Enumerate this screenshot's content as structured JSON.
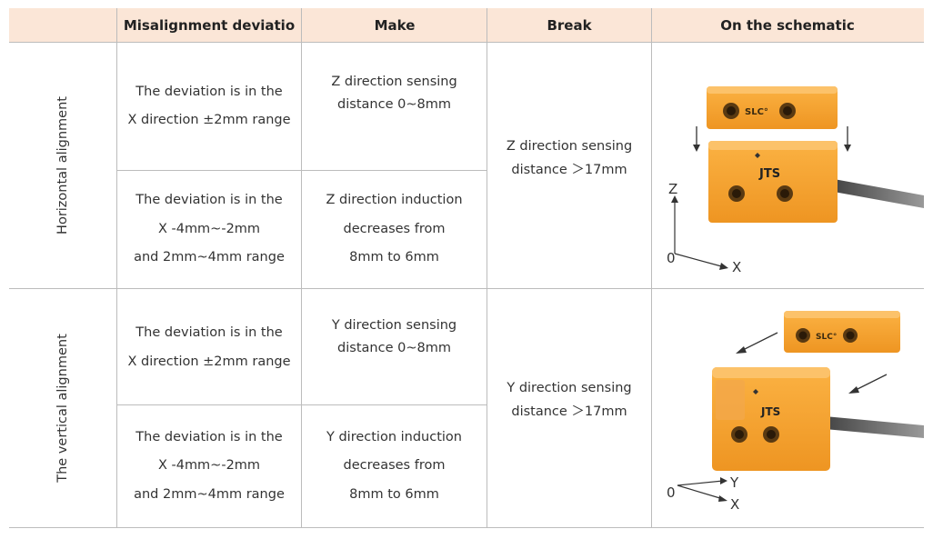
{
  "headers": {
    "deviation": "Misalignment deviatio",
    "make": "Make",
    "break": "Break",
    "schematic": "On the schematic"
  },
  "rows": [
    {
      "label": "Horizontal  alignment",
      "break": [
        "Z direction sensing",
        "distance ＞17mm"
      ],
      "subrows": [
        {
          "deviation": [
            "The deviation is in the",
            "X direction ±2mm range"
          ],
          "make": [
            "Z direction sensing",
            "distance 0~8mm"
          ]
        },
        {
          "deviation": [
            "The deviation is in the",
            "X -4mm~-2mm",
            "and 2mm~4mm range"
          ],
          "make": [
            "Z direction induction",
            "decreases from",
            "8mm to 6mm"
          ]
        }
      ]
    },
    {
      "label": "The vertical alignment",
      "break": [
        "Y direction sensing",
        "distance ＞17mm"
      ],
      "subrows": [
        {
          "deviation": [
            "The deviation is in the",
            "X direction ±2mm range"
          ],
          "make": [
            "Y direction sensing",
            "distance  0~8mm"
          ]
        },
        {
          "deviation": [
            "The deviation is in the",
            "X -4mm~-2mm",
            "and 2mm~4mm range"
          ],
          "make": [
            "Y direction induction",
            "decreases from",
            "8mm to 6mm"
          ]
        }
      ]
    }
  ],
  "schematic": {
    "horizontal": {
      "z_label": "Z",
      "origin_label": "0",
      "x_label": "X",
      "magnet_logo": "SLC°",
      "sensor_logo": "JTS"
    },
    "vertical": {
      "origin_label": "0",
      "y_label": "Y",
      "x_label": "X",
      "magnet_logo": "SLC°",
      "sensor_logo": "JTS"
    }
  },
  "colors": {
    "header_bg": "#fbe6d7",
    "block_orange": "#f5a02c",
    "block_dark": "#d9821a",
    "grid_line": "#bcbcbc"
  }
}
